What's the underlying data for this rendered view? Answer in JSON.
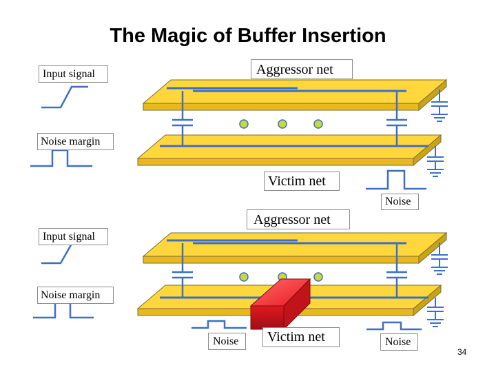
{
  "slide": {
    "title": "The Magic of Buffer Insertion",
    "page_number": "34"
  },
  "top_scenario": {
    "input_signal_label": "Input signal",
    "aggressor_label": "Aggressor net",
    "noise_margin_label": "Noise margin",
    "victim_label": "Victim net",
    "noise_label": "Noise"
  },
  "bottom_scenario": {
    "aggressor_label": "Aggressor net",
    "input_signal_label": "Input signal",
    "noise_margin_label": "Noise margin",
    "noise_before_buffer_label": "Noise",
    "victim_label": "Victim net",
    "noise_after_buffer_label": "Noise"
  },
  "colors": {
    "plate_fill": "#FFD73C",
    "plate_edge": "#7A6E2E",
    "wire": "#3D6EC6",
    "dot": "#C9D83A",
    "buffer": "#EE1C25"
  }
}
